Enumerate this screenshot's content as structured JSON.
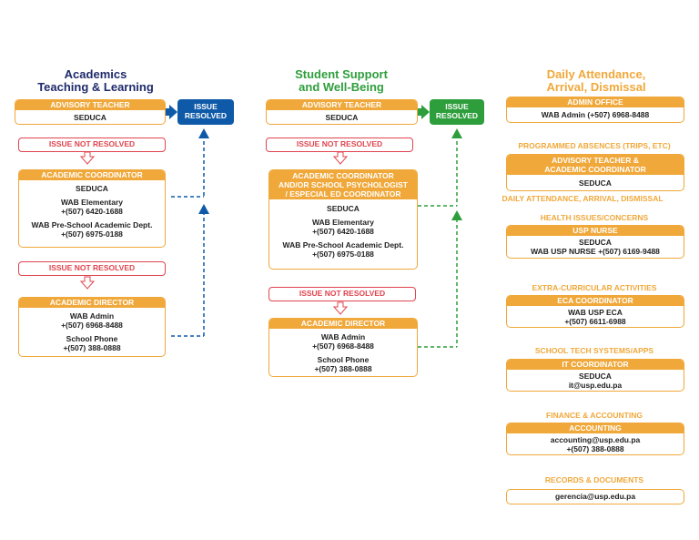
{
  "columns": {
    "academics": {
      "title_line1": "Academics",
      "title_line2": "Teaching & Learning",
      "advisory": {
        "header": "ADVISORY TEACHER",
        "body": "SEDUCA"
      },
      "resolved": {
        "line1": "ISSUE",
        "line2": "RESOLVED"
      },
      "not_resolved_1": "ISSUE NOT RESOLVED",
      "coordinator": {
        "header": "ACADEMIC COORDINATOR",
        "seduca": "SEDUCA",
        "elem_name": "WAB Elementary",
        "elem_phone": "+(507) 6420-1688",
        "pre_name": "WAB Pre-School Academic Dept.",
        "pre_phone": "+(507) 6975-0188"
      },
      "not_resolved_2": "ISSUE NOT RESOLVED",
      "director": {
        "header": "ACADEMIC DIRECTOR",
        "admin_name": "WAB Admin",
        "admin_phone": "+(507) 6968-8488",
        "school_name": "School Phone",
        "school_phone": "+(507) 388-0888"
      }
    },
    "student": {
      "title_line1": "Student Support",
      "title_line2": "and Well-Being",
      "advisory": {
        "header": "ADVISORY TEACHER",
        "body": "SEDUCA"
      },
      "resolved": {
        "line1": "ISSUE",
        "line2": "RESOLVED"
      },
      "not_resolved_1": "ISSUE NOT RESOLVED",
      "coordinator": {
        "header_line1": "ACADEMIC COORDINATOR",
        "header_line2": "AND/OR SCHOOL PSYCHOLOGIST",
        "header_line3": "/ ESPECIAL ED COORDINATOR",
        "seduca": "SEDUCA",
        "elem_name": "WAB Elementary",
        "elem_phone": "+(507) 6420-1688",
        "pre_name": "WAB Pre-School Academic Dept.",
        "pre_phone": "+(507) 6975-0188"
      },
      "not_resolved_2": "ISSUE NOT RESOLVED",
      "director": {
        "header": "ACADEMIC DIRECTOR",
        "admin_name": "WAB Admin",
        "admin_phone": "+(507) 6968-8488",
        "school_name": "School Phone",
        "school_phone": "+(507) 388-0888"
      }
    },
    "attendance": {
      "title_line1": "Daily Attendance,",
      "title_line2": "Arrival, Dismissal",
      "admin_office": {
        "header": "ADMIN OFFICE",
        "body": "WAB Admin (+507) 6968-8488"
      },
      "programmed_label": "PROGRAMMED ABSENCES (TRIPS, ETC)",
      "advisory": {
        "header_line1": "ADVISORY TEACHER &",
        "header_line2": "ACADEMIC COORDINATOR",
        "body": "SEDUCA"
      },
      "daily_label": "DAILY ATTENDANCE, ARRIVAL, DISMISSAL",
      "health_label": "HEALTH ISSUES/CONCERNS",
      "nurse": {
        "header": "USP NURSE",
        "line1": "SEDUCA",
        "line2": "WAB USP NURSE +(507) 6169-9488"
      },
      "eca_label": "EXTRA-CURRICULAR ACTIVITIES",
      "eca": {
        "header": "ECA COORDINATOR",
        "line1": "WAB USP ECA",
        "line2": "+(507) 6611-6988"
      },
      "tech_label": "SCHOOL TECH SYSTEMS/APPS",
      "it": {
        "header": "IT COORDINATOR",
        "line1": "SEDUCA",
        "line2": "it@usp.edu.pa"
      },
      "finance_label": "FINANCE & ACCOUNTING",
      "accounting": {
        "header": "ACCOUNTING",
        "line1": "accounting@usp.edu.pa",
        "line2": "+(507) 388-0888"
      },
      "records_label": "RECORDS & DOCUMENTS",
      "records": {
        "body": "gerencia@usp.edu.pa"
      }
    }
  },
  "colors": {
    "navy": "#1f2a6b",
    "green": "#2e9e3c",
    "orange": "#f0a83a",
    "red": "#e0444e",
    "blue": "#0f5aa8"
  }
}
